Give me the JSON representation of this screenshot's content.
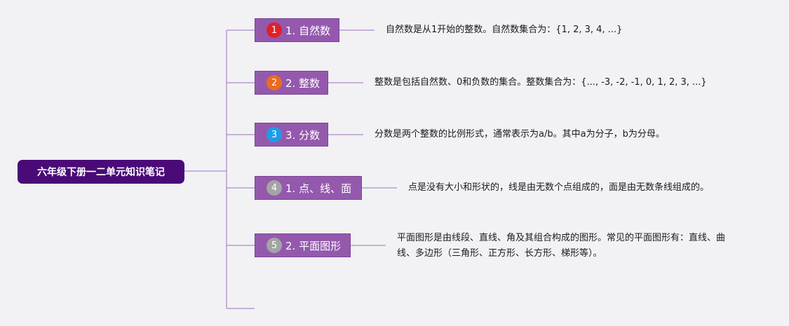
{
  "root": {
    "label": "六年级下册一二单元知识笔记"
  },
  "colors": {
    "line": "#9a74c4",
    "root_fill": "#4a0a78",
    "branch_fill": "#9459ad"
  },
  "branches": [
    {
      "badge": "1",
      "badge_color": "#e0202a",
      "label": "1. 自然数",
      "note": "自然数是从1开始的整数。自然数集合为：{1, 2, 3, 4, ...}"
    },
    {
      "badge": "2",
      "badge_color": "#ec6a1f",
      "label": "2. 整数",
      "note": "整数是包括自然数、0和负数的集合。整数集合为：{..., -3, -2, -1, 0, 1, 2, 3, ...}"
    },
    {
      "badge": "3",
      "badge_color": "#1f9be8",
      "label": "3. 分数",
      "note": "分数是两个整数的比例形式，通常表示为a/b。其中a为分子，b为分母。"
    },
    {
      "badge": "4",
      "badge_color": "#a4a4a4",
      "label": "1. 点、线、面",
      "note": "点是没有大小和形状的，线是由无数个点组成的，面是由无数条线组成的。"
    },
    {
      "badge": "5",
      "badge_color": "#a4a4a4",
      "label": "2. 平面图形",
      "note": "平面图形是由线段、直线、角及其组合构成的图形。常见的平面图形有：直线、曲线、多边形（三角形、正方形、长方形、梯形等）。"
    }
  ]
}
